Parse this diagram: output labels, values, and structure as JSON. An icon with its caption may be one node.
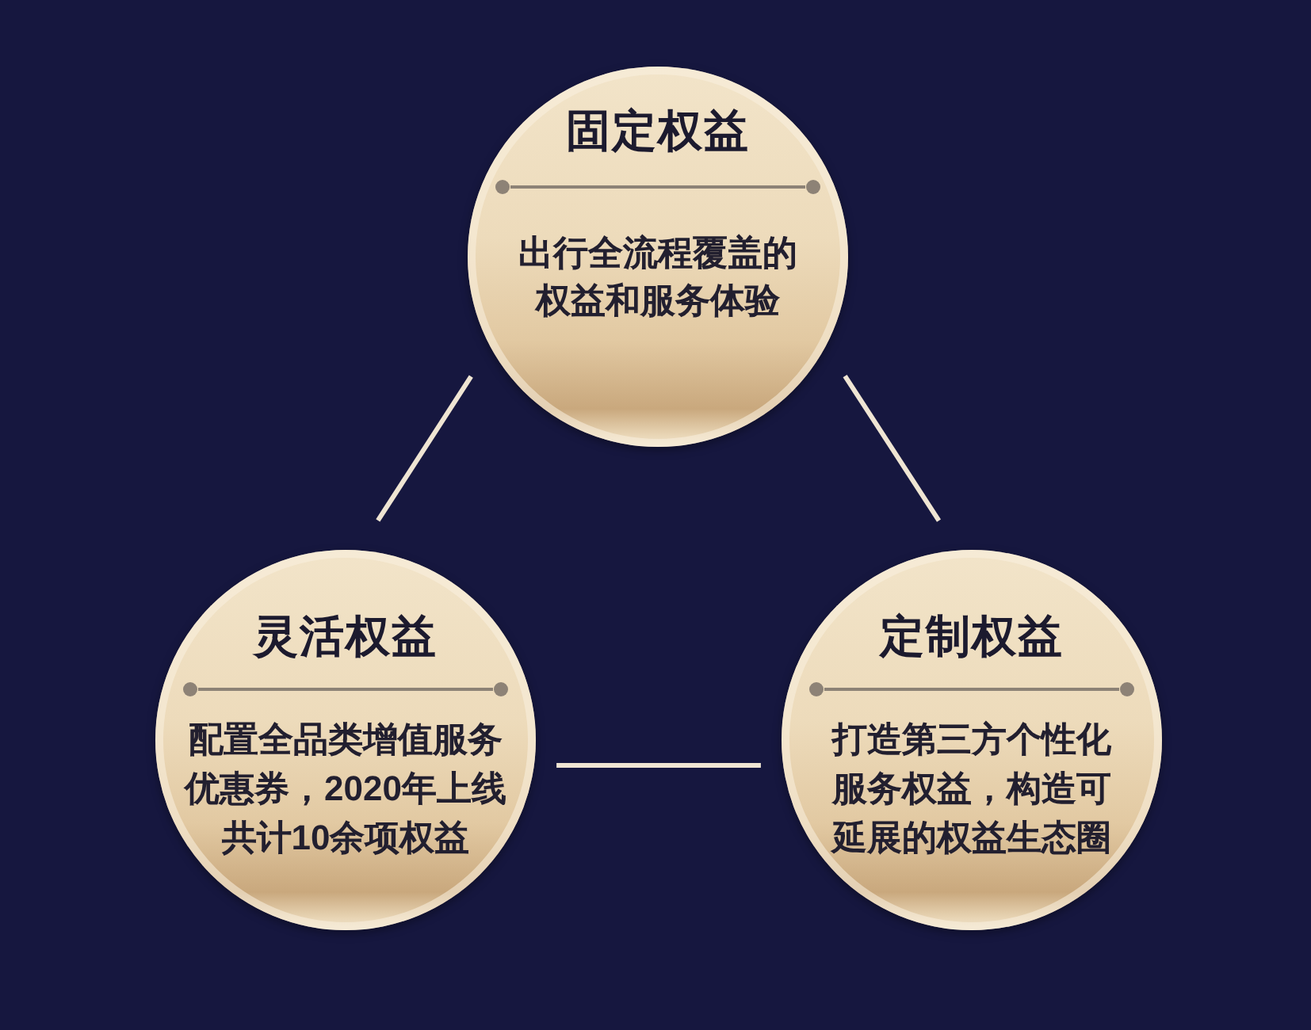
{
  "diagram": {
    "nodes": [
      {
        "text": [
          "固定权益",
          "出行全流程覆盖的权益和服务体验"
        ]
      },
      {
        "text": [
          "灵活权益",
          "配置全品类增值服务优惠券，2020年上线共计10余项权益"
        ]
      },
      {
        "text": [
          "定制权益",
          "打造第三方个性化服务权益，构造可延展的权益生态圈"
        ]
      }
    ],
    "edges": [
      {
        "from": 0,
        "to": 1,
        "arrow": "none"
      },
      {
        "from": 0,
        "to": 2,
        "arrow": "none"
      },
      {
        "from": 1,
        "to": 2,
        "arrow": "none"
      }
    ]
  }
}
